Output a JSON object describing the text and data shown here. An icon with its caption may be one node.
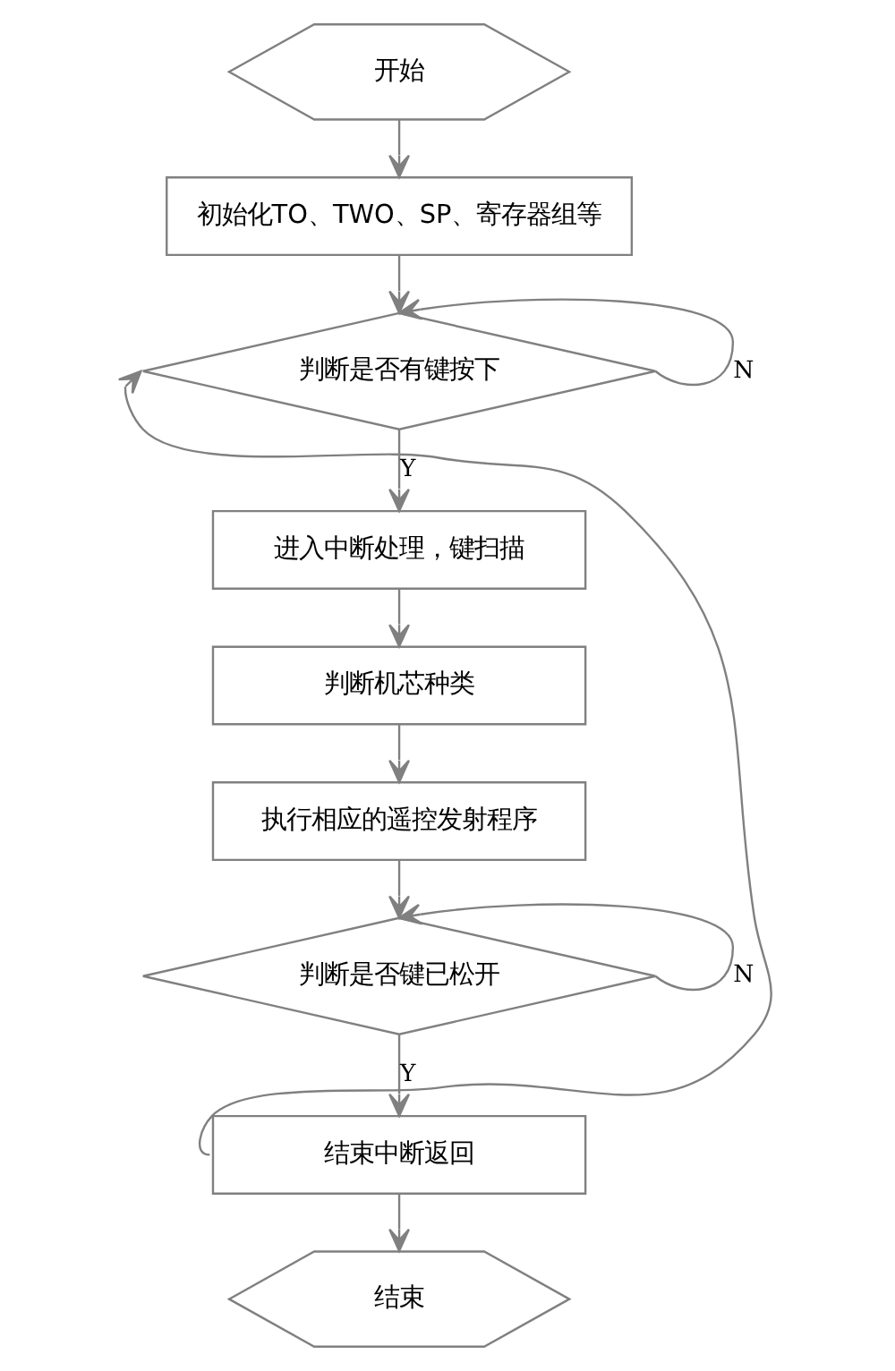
{
  "diagram": {
    "nodes": [
      {
        "text": [
          "开始"
        ]
      },
      {
        "text": [
          "初始化TO、TWO、SP、寄存器组等"
        ]
      },
      {
        "text": [
          "判断是否有键按下"
        ]
      },
      {
        "text": [
          "进入中断处理，键扫描"
        ]
      },
      {
        "text": [
          "判断机芯种类"
        ]
      },
      {
        "text": [
          "执行相应的遥控发射程序"
        ]
      },
      {
        "text": [
          "判断是否键已松开"
        ]
      },
      {
        "text": [
          "结束中断返回"
        ]
      },
      {
        "text": [
          "结束"
        ]
      }
    ],
    "edges": [
      {
        "from": 0,
        "to": 1,
        "arrow": "to"
      },
      {
        "from": 1,
        "to": 2,
        "arrow": "to"
      },
      {
        "from": 2,
        "to": 2,
        "label": "N",
        "arrow": "to"
      },
      {
        "from": 2,
        "to": 3,
        "label": "Y",
        "arrow": "to"
      },
      {
        "from": 3,
        "to": 4,
        "arrow": "to"
      },
      {
        "from": 4,
        "to": 5,
        "arrow": "to"
      },
      {
        "from": 5,
        "to": 6,
        "arrow": "to"
      },
      {
        "from": 6,
        "to": 6,
        "label": "N",
        "arrow": "to"
      },
      {
        "from": 6,
        "to": 7,
        "label": "Y",
        "arrow": "to"
      },
      {
        "from": 7,
        "to": 8,
        "arrow": "to"
      },
      {
        "from": 7,
        "to": 2,
        "arrow": "to"
      }
    ]
  }
}
